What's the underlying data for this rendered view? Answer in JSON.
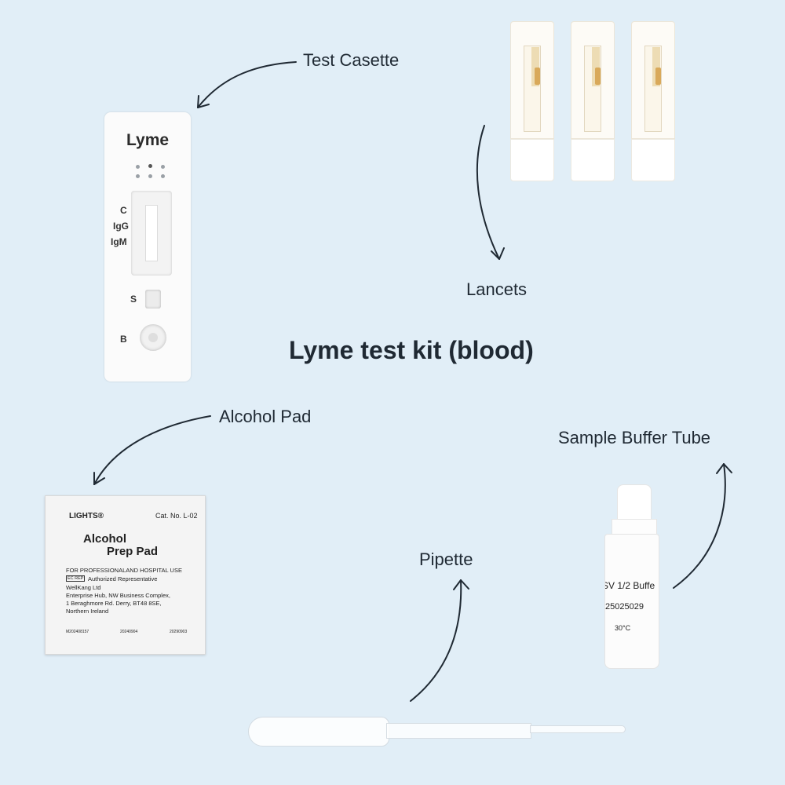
{
  "title": "Lyme test kit (blood)",
  "labels": {
    "test_cassette": "Test Casette",
    "lancets": "Lancets",
    "alcohol_pad": "Alcohol Pad",
    "sample_buffer_tube": "Sample Buffer Tube",
    "pipette": "Pipette"
  },
  "cassette": {
    "brand": "Lyme",
    "marks": [
      "C",
      "IgG",
      "IgM"
    ],
    "sample_well": "S",
    "buffer_well": "B"
  },
  "alcohol_pad": {
    "brand": "LIGHTS®",
    "cat_no": "Cat. No. L-02",
    "name_line1": "Alcohol",
    "name_line2": "Prep Pad",
    "use": "FOR PROFESSIONALAND HOSPITAL USE",
    "ec_rep": "EC REP",
    "rep": "Authorized Representative",
    "company": "WellKang Ltd",
    "address1": "Enterprise Hub, NW Business Complex,",
    "address2": "1 Beraghmore Rd. Derry, BT48 8SE,",
    "address3": "Northern Ireland",
    "lot": "M202408157",
    "mfg": "20240904",
    "exp": "20290903"
  },
  "buffer_tube": {
    "label": "SV 1/2 Buffe",
    "lot": "25025029",
    "temp": "30°C"
  }
}
